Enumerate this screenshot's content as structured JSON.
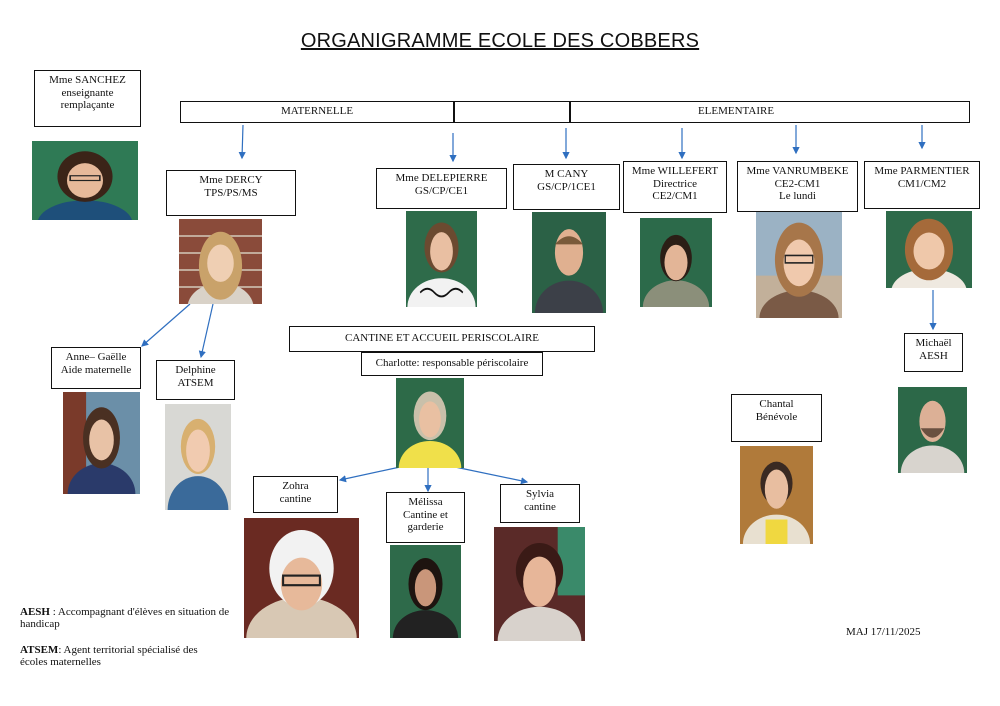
{
  "title": "ORGANIGRAMME ECOLE DES COBBERS",
  "header_bar": {
    "maternelle": "MATERNELLE",
    "elementaire": "ELEMENTAIRE"
  },
  "staff": {
    "sanchez": {
      "line1": "Mme SANCHEZ",
      "line2": "enseignante",
      "line3": "remplaçante"
    },
    "dercy": {
      "line1": "Mme DERCY",
      "line2": "TPS/PS/MS"
    },
    "delepierre": {
      "line1": "Mme DELEPIERRE",
      "line2": "GS/CP/CE1"
    },
    "cany": {
      "line1": "M CANY",
      "line2": "GS/CP/1CE1"
    },
    "willefert": {
      "line1": "Mme WILLEFERT",
      "line2": "Directrice",
      "line3": "CE2/CM1"
    },
    "vanrumbeke": {
      "line1": "Mme VANRUMBEKE",
      "line2": "CE2-CM1",
      "line3": "Le lundi"
    },
    "parmentier": {
      "line1": "Mme PARMENTIER",
      "line2": "CM1/CM2"
    },
    "anne_gaelle": {
      "line1": "Anne– Gaëlle",
      "line2": "Aide maternelle"
    },
    "delphine": {
      "line1": "Delphine",
      "line2": "ATSEM"
    },
    "michael": {
      "line1": "Michaël",
      "line2": "AESH"
    },
    "chantal": {
      "line1": "Chantal",
      "line2": "Bénévole"
    },
    "zohra": {
      "line1": "Zohra",
      "line2": "cantine"
    },
    "melissa": {
      "line1": "Mélissa",
      "line2": "Cantine et",
      "line3": "garderie"
    },
    "sylvia": {
      "line1": "Sylvia",
      "line2": "cantine"
    }
  },
  "cantine": {
    "title": "CANTINE ET ACCUEIL PERISCOLAIRE",
    "responsable": "Charlotte: responsable périscolaire"
  },
  "legend": {
    "aesh_abbr": "AESH",
    "aesh_text": " : Accompagnant d'élèves en situation de handicap",
    "atsem_abbr": "ATSEM",
    "atsem_text": ": Agent territorial spécialisé des écoles maternelles"
  },
  "updated": "MAJ 17/11/2025",
  "colors": {
    "arrow": "#2f6fc0",
    "border": "#111111"
  }
}
